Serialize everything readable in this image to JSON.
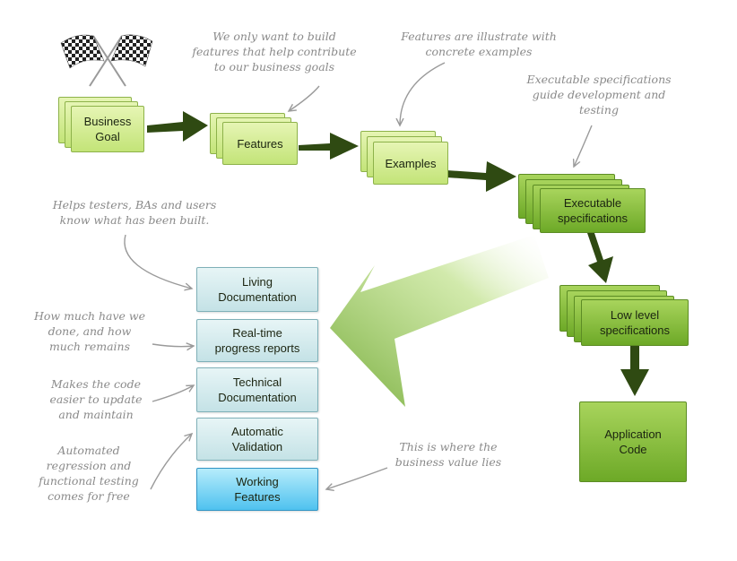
{
  "nodes": {
    "business_goal": [
      "Business",
      "Goal"
    ],
    "features": [
      "Features"
    ],
    "examples": [
      "Examples"
    ],
    "executable_specs": [
      "Executable",
      "specifications"
    ],
    "low_level_specs": [
      "Low level",
      "specifications"
    ],
    "application_code": [
      "Application",
      "Code"
    ],
    "living_doc": [
      "Living",
      "Documentation"
    ],
    "progress_reports": [
      "Real-time",
      "progress reports"
    ],
    "technical_doc": [
      "Technical",
      "Documentation"
    ],
    "automatic_validation": [
      "Automatic",
      "Validation"
    ],
    "working_features": [
      "Working",
      "Features"
    ]
  },
  "notes": {
    "build_features": [
      "We only want to build",
      "features that help contribute",
      "to our business goals"
    ],
    "illustrate": [
      "Features are illustrate with",
      "concrete examples"
    ],
    "guide_dev": [
      "Executable specifications",
      "guide development and",
      "testing"
    ],
    "helps_testers": [
      "Helps testers, BAs and users",
      "know what has been built."
    ],
    "how_much": [
      "How much have we",
      "done, and how",
      "much remains"
    ],
    "easier_update": [
      "Makes the code",
      "easier to update",
      "and maintain"
    ],
    "automated_regression": [
      "Automated",
      "regression and",
      "functional testing",
      "comes for free"
    ],
    "business_value": [
      "This is where the",
      "business value lies"
    ]
  },
  "colors": {
    "green_box": "#c3e478",
    "dark_green_box": "#6da927",
    "teal_box": "#c4e2e6",
    "blue_box": "#4fc2ef",
    "arrow": "#2f4a12",
    "note_text": "#8a8a8a"
  },
  "icons": {
    "flags": "checkered-flags-icon"
  }
}
